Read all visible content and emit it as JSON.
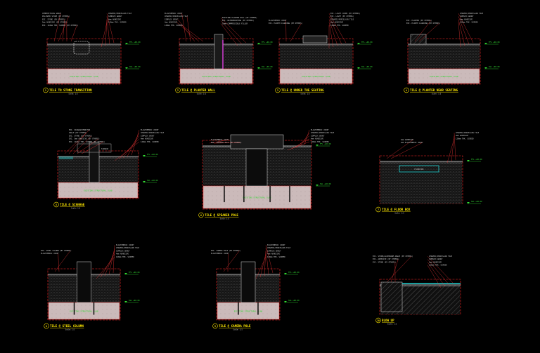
{
  "colors": {
    "background": "#000000",
    "outline": "#ff2a2a",
    "leader": "#ff3b3b",
    "annotation": "#cfcfcf",
    "title": "#ffe800",
    "level": "#35e335",
    "slab_fill": "#cbbaba",
    "slab_text": "#2fd62f",
    "hatch": "#6a6a6a",
    "magenta": "#e040e0",
    "cyan": "#20d0d0"
  },
  "details": [
    {
      "number": "1",
      "title": "TILE TO STONE TRANSITION",
      "scale": "Scale: 1:5",
      "slab_text": "EXISTING STRUCTURAL SLAB",
      "ffl_top": "FFL +00.00",
      "ffl_bottom": "SSL +00.00",
      "notes_left": [
        "CEMENTITIOUS GROUT",
        "POLISHED STONE (BY OTHERS)",
        "EXI. STONE (BY OTHERS)",
        "5mm ADHESIVE (BY OTHERS)",
        "EXI. 110mm THK. SCREED (BY OTHERS)"
      ],
      "notes_right": [
        "CERAMIC/PORCELAIN TILE",
        "SIMPLEX GROUT",
        "4mm ADHESIVE",
        "120mm THK. SCREED"
      ]
    },
    {
      "number": "2",
      "title": "TILE @ PLANTER WALL",
      "scale": "Scale: 1:5",
      "slab_text": "EXISTING STRUCTURAL SLAB",
      "ffl_top": "FFL +00.00",
      "ffl_bottom": "SSL +00.00",
      "notes_left": [
        "ELASTOMERIC JOINT",
        "CERAMIC/PORCELAIN TILE",
        "SIMPLEX GROUT",
        "4mm ADHESIVE",
        "120mm THK. SCREED"
      ],
      "notes_right": [
        "EXISTING PLANTER WALL (BY OTHERS)",
        "EXI. WATERPROOFING (BY OTHERS)",
        "10mm COMPRESSIBLE FILLER"
      ]
    },
    {
      "number": "3",
      "title": "TILE @ UNDER THE SEATING",
      "scale": "Scale: 1:5",
      "slab_text": "EXISTING STRUCTURAL SLAB",
      "ffl_top": "FFL +00.00",
      "ffl_bottom": "SSL +00.00",
      "notes_left": [
        "ELASTOMERIC JOINT",
        "EXI. PLINTH CLADDING (BY OTHERS)"
      ],
      "notes_right": [
        "EXI. LIGHT COVER (BY OTHERS)",
        "EXI. LIGHT (BY OTHERS)",
        "CERAMIC/PORCELAIN TILE",
        "4mm ADHESIVE",
        "120mm THK. SCREED"
      ]
    },
    {
      "number": "4",
      "title": "TILE @ PLANTER NEAR SEATING",
      "scale": "Scale: 1:5",
      "slab_text": "EXISTING STRUCTURAL SLAB",
      "ffl_top": "FFL +00.00",
      "ffl_bottom": "SSL +00.00",
      "notes_left": [
        "EXI. PLANTER (BY OTHERS)",
        "EXI. PLINTH CLADDING (BY OTHERS)"
      ],
      "notes_right": [
        "CERAMIC/PORCELAIN TILE",
        "SIMPLEX GROUT",
        "4mm ADHESIVE",
        "120mm THK. SCREED"
      ]
    },
    {
      "number": "5",
      "title": "TILE @ SIGNAGE",
      "scale": "Scale: 1:5",
      "slab_text": "EXISTING STRUCTURAL SLAB",
      "ffl_top": "FFL +00.00",
      "ffl_bottom": "SSL +00.00",
      "sign_label": "SIGNAGE",
      "notes_left": [
        "EXI. SIGNAGE/MONITOR",
        "ANGLE (BY OTHERS)",
        "EXI. STONE (BY OTHERS)",
        "EXI. 5mm ADHESIVE (BY OTHERS)",
        "EXI. 110mm THK. SCREED (BY OTHERS)"
      ],
      "notes_right": [
        "ELASTOMERIC JOINT",
        "CERAMIC/PORCELAIN TILE",
        "SIMPLEX GROUT",
        "4mm ADHESIVE",
        "120mm THK. SCREED"
      ]
    },
    {
      "number": "6",
      "title": "TILE @ SPEAKER POLE",
      "scale": "Scale: 1:5",
      "slab_text": "EXISTING STRUCTURAL SLAB",
      "ffl_top": "FFL +00.00",
      "ffl_bottom": "SSL +00.00",
      "notes_left": [
        "ELASTOMERIC JOINT",
        "EXI. SPEAKER POLE (BY OTHERS)"
      ],
      "notes_right": [
        "ELASTOMERIC JOINT",
        "CERAMIC/PORCELAIN TILE",
        "SIMPLEX GROUT",
        "4mm ADHESIVE",
        "120mm THK. SCREED"
      ]
    },
    {
      "number": "7",
      "title": "TILE @ FLOOR BOX",
      "scale": "Scale: 1:5",
      "ffl_top": "FFL +00.00",
      "ffl_bottom": "SSL +00.00",
      "box_label": "FLOOR BOX",
      "notes_left": [
        "4mm ADHESIVE",
        "4mm ELASTOMERIC JOINT"
      ],
      "notes_right": [
        "CERAMIC/PORCELAIN TILE",
        "4mm ADHESIVE",
        "120mm THK. SCREED"
      ]
    },
    {
      "number": "8",
      "title": "TILE @ STEEL COLUMN",
      "scale": "Scale: 1:5",
      "slab_text": "EXISTING STRUCTURAL SLAB",
      "ffl_top": "FFL +00.00",
      "ffl_bottom": "SSL +00.00",
      "notes_left": [
        "EXI. STEEL COLUMN (BY OTHERS)",
        "ELASTOMERIC JOINT"
      ],
      "notes_right": [
        "ELASTOMERIC JOINT",
        "CERAMIC/PORCELAIN TILE",
        "SIMPLEX GROUT",
        "4mm ADHESIVE",
        "120mm THK. SCREED"
      ]
    },
    {
      "number": "9",
      "title": "TILE @ CAMERA POLE",
      "scale": "Scale: 1:5",
      "slab_text": "EXISTING STRUCTURAL SLAB",
      "ffl_top": "FFL +00.00",
      "ffl_bottom": "SSL +00.00",
      "notes_left": [
        "EXI. CAMERA POLE (BY OTHERS)",
        "ELASTOMERIC JOINT"
      ],
      "notes_right": [
        "ELASTOMERIC JOINT",
        "CERAMIC/PORCELAIN TILE",
        "SIMPLEX GROUT",
        "4mm ADHESIVE",
        "120mm THK. SCREED"
      ]
    },
    {
      "number": "10",
      "title": "BLOW UP",
      "scale": "Scale: 1:2",
      "notes_left": [
        "EXI. STONE/ALUMINIUM ANGLE (BY OTHERS)",
        "EXI. ADHESIVE (BY OTHERS)",
        "EXI. STONE (BY OTHERS)"
      ],
      "notes_right": [
        "CERAMIC/PORCELAIN TILE",
        "SIMPLEX GROUT",
        "4mm ADHESIVE",
        "120mm THK. SCREED"
      ]
    }
  ]
}
